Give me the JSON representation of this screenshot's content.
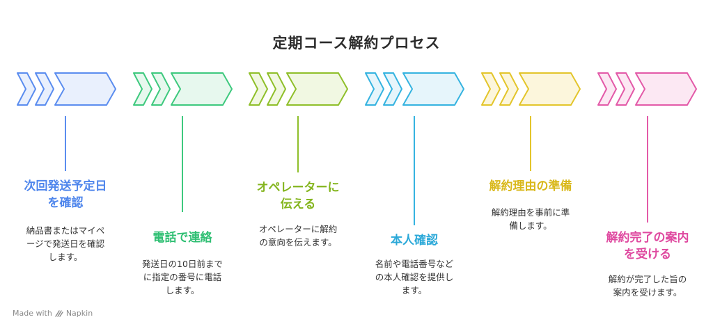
{
  "title": "定期コース解約プロセス",
  "steps": [
    {
      "heading_lines": [
        "次回発送予定日",
        "を確認"
      ],
      "desc_lines": [
        "納品書またはマイペ",
        "ージで発送日を確認",
        "します。"
      ],
      "stroke": "#5b8def",
      "fill": "#e9f0fd",
      "text_color": "#4f86ec"
    },
    {
      "heading_lines": [
        "電話で連絡"
      ],
      "desc_lines": [
        "発送日の10日前まで",
        "に指定の番号に電話",
        "します。"
      ],
      "stroke": "#3ec97e",
      "fill": "#e7f8ee",
      "text_color": "#2fbf73"
    },
    {
      "heading_lines": [
        "オペレーターに",
        "伝える"
      ],
      "desc_lines": [
        "オペレーターに解約",
        "の意向を伝えます。"
      ],
      "stroke": "#8fbf2a",
      "fill": "#f1f8e2",
      "text_color": "#84b51e"
    },
    {
      "heading_lines": [
        "本人確認"
      ],
      "desc_lines": [
        "名前や電話番号など",
        "の本人確認を提供し",
        "ます。"
      ],
      "stroke": "#35b3e0",
      "fill": "#e6f5fb",
      "text_color": "#2aa8d8"
    },
    {
      "heading_lines": [
        "解約理由の準備"
      ],
      "desc_lines": [
        "解約理由を事前に準",
        "備します。"
      ],
      "stroke": "#e3c52b",
      "fill": "#fcf6dc",
      "text_color": "#d9b81a"
    },
    {
      "heading_lines": [
        "解約完了の案内",
        "を受ける"
      ],
      "desc_lines": [
        "解約が完了した旨の",
        "案内を受けます。"
      ],
      "stroke": "#e35aa8",
      "fill": "#fce8f3",
      "text_color": "#df4aa0"
    }
  ],
  "credit": {
    "prefix": "Made with",
    "brand": "Napkin",
    "icon": "napkin-logo-icon"
  }
}
